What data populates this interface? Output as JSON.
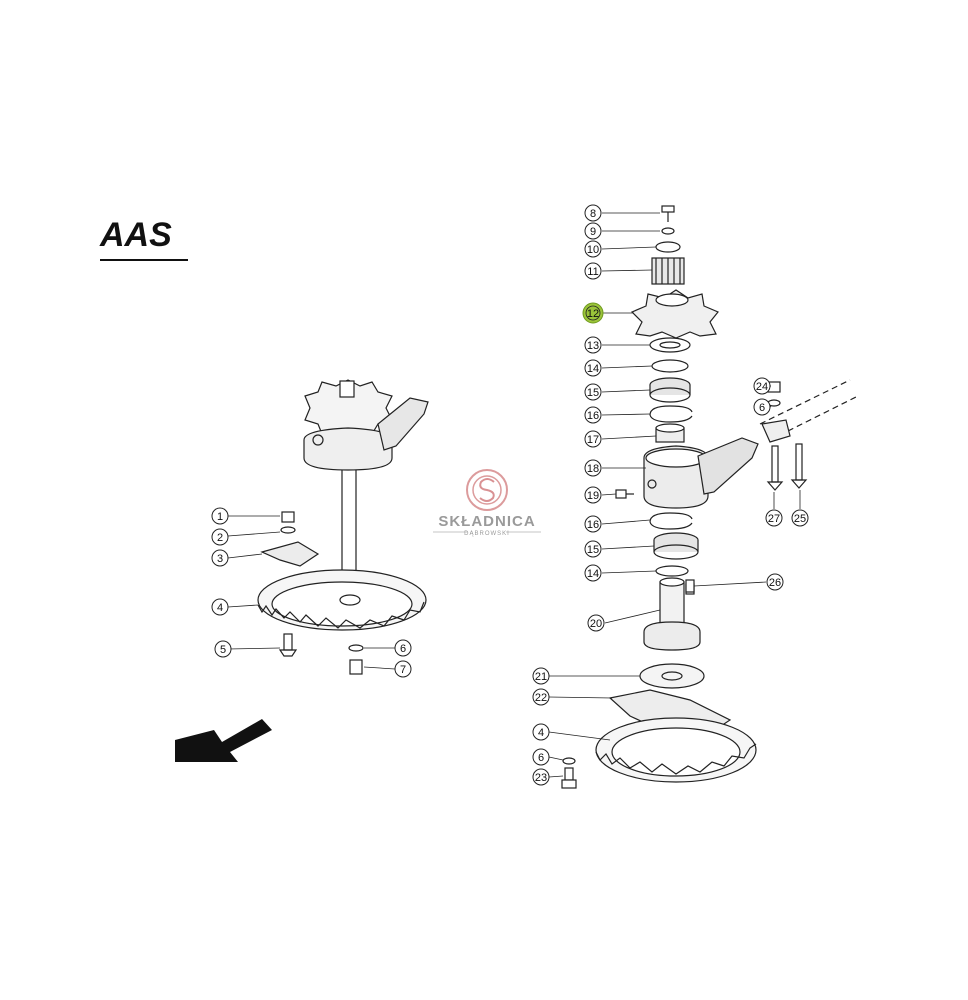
{
  "brand": {
    "text": "AAS"
  },
  "watermark": {
    "line1": "SKŁADNICA",
    "line2": "DĄBROWSKI",
    "color": "#c0484b"
  },
  "highlight": {
    "label": "12",
    "color": "#9bc43a"
  },
  "callouts": {
    "left": [
      "1",
      "2",
      "3",
      "4",
      "5",
      "6",
      "7"
    ],
    "right_column": [
      "8",
      "9",
      "10",
      "11",
      "12",
      "13",
      "14",
      "15",
      "16",
      "17",
      "18",
      "19",
      "16",
      "15",
      "14",
      "20",
      "21",
      "22",
      "4",
      "6",
      "23"
    ],
    "right_aux": [
      "24",
      "6",
      "27",
      "25",
      "26"
    ]
  },
  "icons": {
    "direction_arrow": "arrow-down-left-icon",
    "watermark_logo": "skladnica-logo-icon"
  }
}
